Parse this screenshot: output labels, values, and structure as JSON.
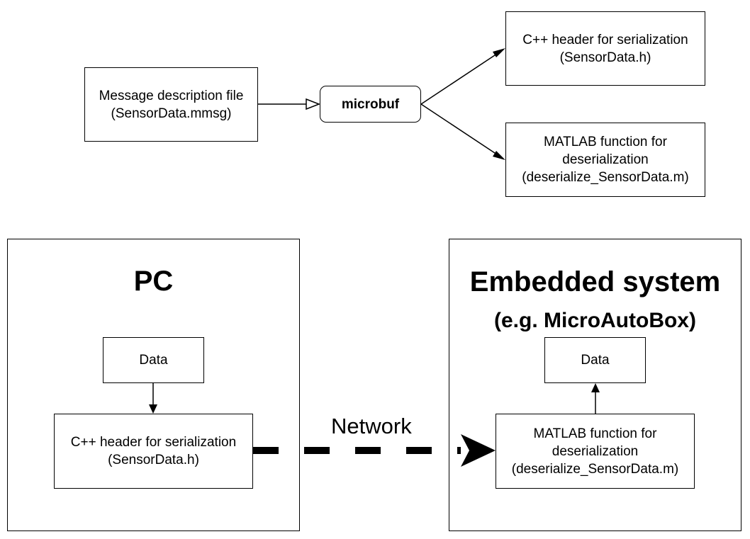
{
  "top_flow": {
    "input_box": {
      "line1": "Message description file",
      "line2": "(SensorData.mmsg)"
    },
    "tool": "microbuf",
    "output_header": {
      "line1": "C++ header for serialization",
      "line2": "(SensorData.h)"
    },
    "output_matlab": {
      "line1": "MATLAB function for",
      "line2": "deserialization",
      "line3": "(deserialize_SensorData.m)"
    }
  },
  "pc": {
    "title": "PC",
    "data_box": "Data",
    "header_box": {
      "line1": "C++ header for serialization",
      "line2": "(SensorData.h)"
    }
  },
  "embedded": {
    "title": "Embedded system",
    "subtitle": "(e.g. MicroAutoBox)",
    "data_box": "Data",
    "matlab_box": {
      "line1": "MATLAB function for",
      "line2": "deserialization",
      "line3": "(deserialize_SensorData.m)"
    }
  },
  "network_label": "Network"
}
